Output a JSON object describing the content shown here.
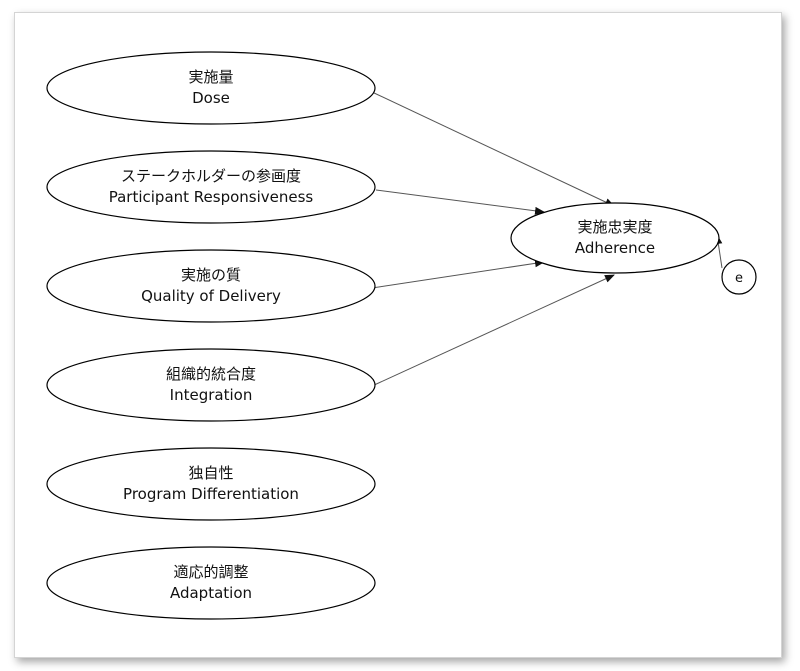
{
  "diagram": {
    "nodes": [
      {
        "id": "dose",
        "label_ja": "実施量",
        "label_en": "Dose"
      },
      {
        "id": "responsiveness",
        "label_ja": "ステークホルダーの参画度",
        "label_en": "Participant Responsiveness"
      },
      {
        "id": "quality",
        "label_ja": "実施の質",
        "label_en": "Quality of Delivery"
      },
      {
        "id": "integration",
        "label_ja": "組織的統合度",
        "label_en": "Integration"
      },
      {
        "id": "differentiation",
        "label_ja": "独自性",
        "label_en": "Program Differentiation"
      },
      {
        "id": "adaptation",
        "label_ja": "適応的調整",
        "label_en": "Adaptation"
      },
      {
        "id": "adherence",
        "label_ja": "実施忠実度",
        "label_en": "Adherence"
      },
      {
        "id": "error",
        "label": "e"
      }
    ],
    "edges": [
      {
        "from": "dose",
        "to": "adherence"
      },
      {
        "from": "responsiveness",
        "to": "adherence"
      },
      {
        "from": "quality",
        "to": "adherence"
      },
      {
        "from": "integration",
        "to": "adherence"
      },
      {
        "from": "error",
        "to": "adherence"
      }
    ]
  }
}
